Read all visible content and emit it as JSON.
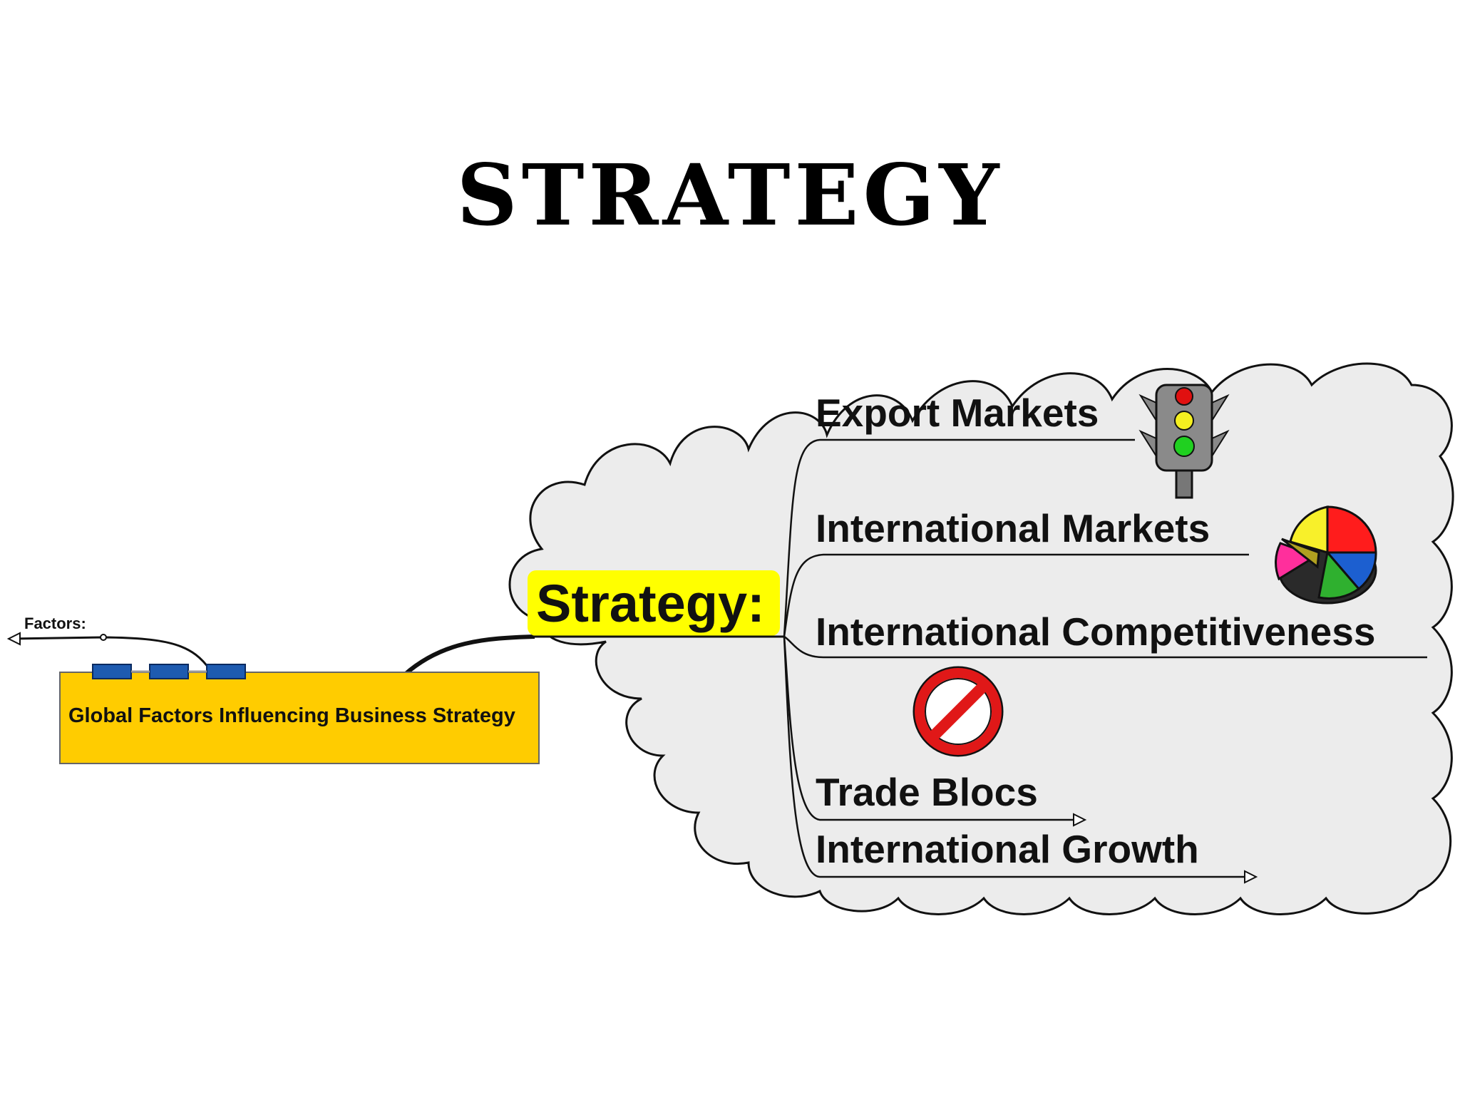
{
  "slide": {
    "title": "STRATEGY"
  },
  "mindmap": {
    "left_node": {
      "label": "Global Factors Influencing Business Strategy",
      "fill": "#FFCC00"
    },
    "left_link": {
      "label": "Factors:"
    },
    "central_node": {
      "label": "Strategy:",
      "fill": "#FFFF00"
    },
    "cloud_fill": "#ECECEC",
    "branches": [
      {
        "label": "Export Markets",
        "icon": "traffic-light-icon"
      },
      {
        "label": "International Markets",
        "icon": "pie-chart-icon"
      },
      {
        "label": "International Competitiveness",
        "icon": ""
      },
      {
        "label": "Trade Blocs",
        "icon": "no-entry-icon"
      },
      {
        "label": "International Growth",
        "icon": ""
      }
    ]
  }
}
